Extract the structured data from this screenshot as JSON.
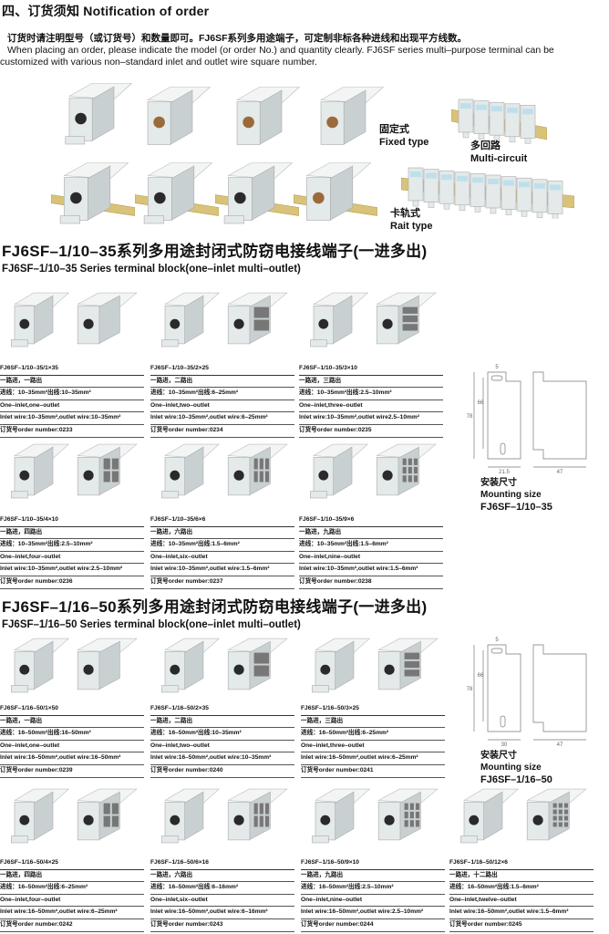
{
  "notice": {
    "title": "四、订货须知 Notification of order",
    "cn": "订货时请注明型号（或订货号）和数量即可。FJ6SF系列多用途端子，可定制非标各种进线和出现平方线数。",
    "en_1": "When placing an order, please indicate the model (or order No.) and quantity clearly. FJ6SF series multi–purpose terminal can be",
    "en_2": "customized with various non–standard inlet and outlet wire square number."
  },
  "types": {
    "fixed_cn": "固定式",
    "fixed_en": "Fixed type",
    "rail_cn": "卡轨式",
    "rail_en": "Rait type",
    "multi_cn": "多回路",
    "multi_en": "Multi-circuit"
  },
  "sections": [
    {
      "title": "FJ6SF–1/10–35系列多用途封闭式防窃电接线端子(一进多出)",
      "subtitle": "FJ6SF–1/10–35 Series terminal block(one–inlet multi–outlet)",
      "mounting": {
        "cn": "安装尺寸",
        "en": "Mounting size",
        "model": "FJ6SF–1/10–35",
        "dims": [
          "78",
          "66",
          "21.5",
          "47",
          "5"
        ]
      },
      "cards": [
        {
          "model": "FJ6SF–1/10–35/1×35",
          "cn_type": "一路进，一路出",
          "cn_wire": "进线：10–35mm²出线:10–35mm²",
          "en_type": "One–inlet,one–outlet",
          "en_wire": "Inlet wire:10–35mm²,outlet wire:10–35mm²",
          "order": "订货号order number:0233",
          "outlets": 1
        },
        {
          "model": "FJ6SF–1/10–35/2×25",
          "cn_type": "一路进，二路出",
          "cn_wire": "进线：10–35mm²出线:6–25mm²",
          "en_type": "One–inlet,two–outlet",
          "en_wire": "Inlet wire:10–35mm²,outlet wire:6–25mm²",
          "order": "订货号order number:0234",
          "outlets": 2
        },
        {
          "model": "FJ6SF–1/10–35/3×10",
          "cn_type": "一路进，三路出",
          "cn_wire": "进线：10–35mm²出线:2.5–10mm²",
          "en_type": "One–inlet,three–outlet",
          "en_wire": "Inlet wire:10–35mm²,outlet wire2.5–10mm²",
          "order": "订货号order number:0235",
          "outlets": 3
        },
        {
          "model": "FJ6SF–1/10–35/4×10",
          "cn_type": "一路进，四路出",
          "cn_wire": "进线：10–35mm²出线:2.5–10mm²",
          "en_type": "One–inlet,four–outlet",
          "en_wire": "Inlet wire:10–35mm²,outlet wire:2.5–10mm²",
          "order": "订货号order number:0236",
          "outlets": 4
        },
        {
          "model": "FJ6SF–1/10–35/6×6",
          "cn_type": "一路进，六路出",
          "cn_wire": "进线：10–35mm²出线:1.5–6mm²",
          "en_type": "One–inlet,six–outlet",
          "en_wire": "Inlet wire:10–35mm²,outlet wire:1.5–6mm²",
          "order": "订货号order number:0237",
          "outlets": 6
        },
        {
          "model": "FJ6SF–1/10–35/9×6",
          "cn_type": "一路进，九路出",
          "cn_wire": "进线：10–35mm²出线:1.5–6mm²",
          "en_type": "One–inlet,nine–outlet",
          "en_wire": "Inlet wire:10–35mm²,outlet wire:1.5–6mm²",
          "order": "订货号order number:0238",
          "outlets": 9
        }
      ]
    },
    {
      "title": "FJ6SF–1/16–50系列多用途封闭式防窃电接线端子(一进多出)",
      "subtitle": "FJ6SF–1/16–50 Series terminal block(one–inlet multi–outlet)",
      "mounting": {
        "cn": "安装尺寸",
        "en": "Mounting size",
        "model": "FJ6SF–1/16–50",
        "dims": [
          "78",
          "66",
          "30",
          "47",
          "5"
        ]
      },
      "cards": [
        {
          "model": "FJ6SF–1/16–50/1×50",
          "cn_type": "一路进，一路出",
          "cn_wire": "进线：16–50mm²出线:16–50mm²",
          "en_type": "One–inlet,one–outlet",
          "en_wire": "Inlet wire:16–50mm²,outlet wire:16–50mm²",
          "order": "订货号order number:0239",
          "outlets": 1
        },
        {
          "model": "FJ6SF–1/16–50/2×35",
          "cn_type": "一路进，二路出",
          "cn_wire": "进线：16–50mm²出线:10–35mm²",
          "en_type": "One–inlet,two–outlet",
          "en_wire": "Inlet wire:16–50mm²,outlet wire:10–35mm²",
          "order": "订货号order number:0240",
          "outlets": 2
        },
        {
          "model": "FJ6SF–1/16–50/3×25",
          "cn_type": "一路进，三路出",
          "cn_wire": "进线：16–50mm²出线:6–25mm²",
          "en_type": "One–inlet,three–outlet",
          "en_wire": "Inlet wire:16–50mm²,outlet wire:6–25mm²",
          "order": "订货号order number:0241",
          "outlets": 3
        },
        {
          "model": "FJ6SF–1/16–50/4×25",
          "cn_type": "一路进，四路出",
          "cn_wire": "进线：16–50mm²出线:6–25mm²",
          "en_type": "One–inlet,four–outlet",
          "en_wire": "Inlet wire:16–50mm²,outlet wire:6–25mm²",
          "order": "订货号order number:0242",
          "outlets": 4
        },
        {
          "model": "FJ6SF–1/16–50/6×16",
          "cn_type": "一路进，六路出",
          "cn_wire": "进线：16–50mm²出线:6–16mm²",
          "en_type": "One–inlet,six–outlet",
          "en_wire": "Inlet wire:16–50mm²,outlet wire:6–16mm²",
          "order": "订货号order number:0243",
          "outlets": 6
        },
        {
          "model": "FJ6SF–1/16–50/9×10",
          "cn_type": "一路进，九路出",
          "cn_wire": "进线：16–50mm²出线:2.5–10mm²",
          "en_type": "One–inlet,nine–outlet",
          "en_wire": "Inlet wire:16–50mm²,outlet wire:2.5–10mm²",
          "order": "订货号order number:0244",
          "outlets": 9
        },
        {
          "model": "FJ6SF–1/16–50/12×6",
          "cn_type": "一路进，十二路出",
          "cn_wire": "进线：16–50mm²出线:1.5–6mm²",
          "en_type": "One–inlet,twelve–outlet",
          "en_wire": "Inlet wire:16–50mm²,outlet wire:1.5–6mm²",
          "order": "订货号order number:0245",
          "outlets": 12
        }
      ]
    }
  ],
  "colors": {
    "body": "#e4e9ea",
    "shade": "#c9d0d2",
    "hole": "#2a2a2a",
    "copper": "#9a6a3a",
    "rail": "#d9c27a",
    "line": "#555555"
  }
}
